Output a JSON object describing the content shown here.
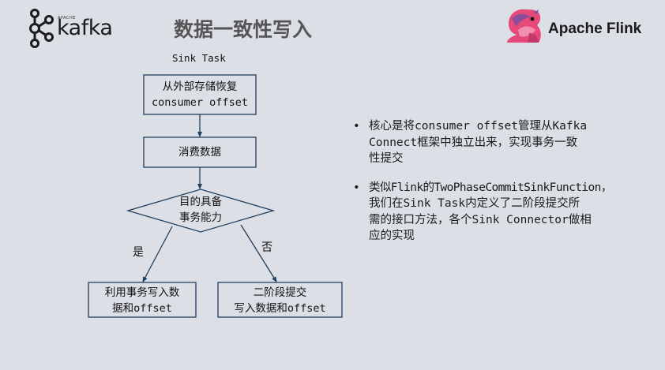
{
  "header": {
    "kafka_logo": {
      "apache": "APACHE",
      "word": "kafka",
      "reg": "®"
    },
    "title": "数据一致性写入",
    "flink_logo": {
      "word": "Apache Flink"
    }
  },
  "flowchart": {
    "sink_label": "Sink Task",
    "box1": {
      "line1": "从外部存储恢复",
      "line2": "consumer offset"
    },
    "box2": "消费数据",
    "decision": {
      "line1": "目的具备",
      "line2": "事务能力"
    },
    "yes_label": "是",
    "no_label": "否",
    "yes_box": {
      "line1": "利用事务写入数",
      "line2": "据和offset"
    },
    "no_box": {
      "line1": "二阶段提交",
      "line2": "写入数据和offset"
    }
  },
  "bullets": [
    {
      "dot": "•",
      "lines": [
        "核心是将consumer offset管理从Kafka",
        "Connect框架中独立出来，实现事务一致",
        "性提交"
      ]
    },
    {
      "dot": "•",
      "lines": [
        "类似Flink的TwoPhaseCommitSinkFunction，",
        "我们在Sink Task内定义了二阶段提交所",
        "需的接口方法，各个Sink Connector做相",
        "应的实现"
      ]
    }
  ],
  "colors": {
    "background": "#dce0e6",
    "line": "#1f3d5c",
    "title": "#555555",
    "flink_pink": "#e6497a",
    "flink_purple": "#7b4fa0"
  }
}
